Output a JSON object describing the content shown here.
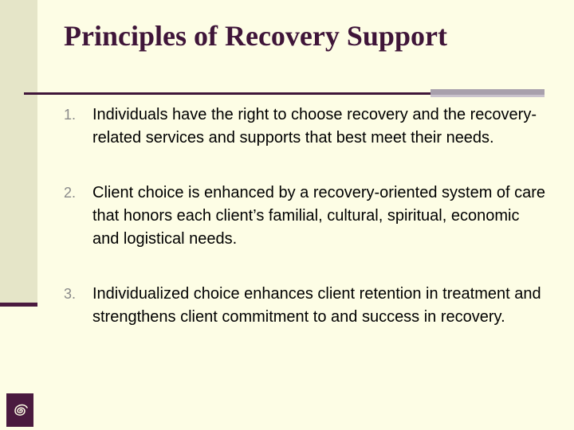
{
  "slide": {
    "title": "Principles of Recovery Support",
    "items": [
      {
        "number": "1.",
        "text": "Individuals have the right to choose recovery and the recovery-related services and supports that best meet their needs."
      },
      {
        "number": "2.",
        "text": "Client choice is enhanced by a recovery-oriented system of care that honors each client’s familial, cultural, spiritual, economic and logistical needs."
      },
      {
        "number": "3.",
        "text": "Individualized choice enhances client retention in treatment and strengthens client commitment to and success in recovery."
      }
    ]
  },
  "colors": {
    "background": "#fdfde5",
    "band": "#e5e5c8",
    "accent": "#3f1539",
    "rule_grey": "#a8a0ac"
  },
  "icons": {
    "logo": "spiral-logo-icon"
  }
}
